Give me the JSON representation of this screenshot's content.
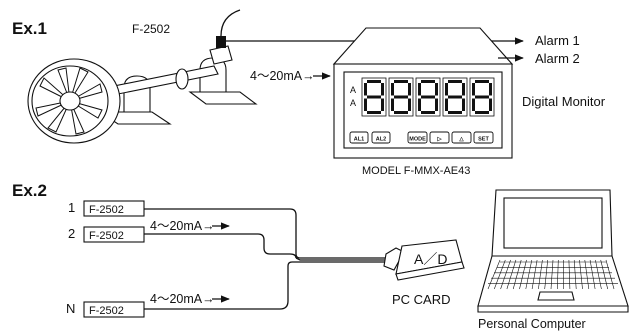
{
  "ex1": {
    "label": "Ex.1",
    "sensor_model": "F-2502",
    "signal": "4〜20mA→",
    "alarm1": "Alarm 1",
    "alarm2": "Alarm 2",
    "monitor_label": "Digital Monitor",
    "model_label": "MODEL  F-MMX-AE43",
    "buttons": [
      "AL1",
      "AL2",
      "MODE",
      "▷",
      "△",
      "SET"
    ],
    "digit_count": 5,
    "indicator_glyph": "A"
  },
  "ex2": {
    "label": "Ex.2",
    "sensors": [
      {
        "index": "1",
        "model": "F-2502"
      },
      {
        "index": "2",
        "model": "F-2502"
      },
      {
        "index": "N",
        "model": "F-2502"
      }
    ],
    "signal": "4〜20mA→",
    "card_text": "A／D",
    "card_label": "PC CARD",
    "computer_label": "Personal Computer"
  }
}
